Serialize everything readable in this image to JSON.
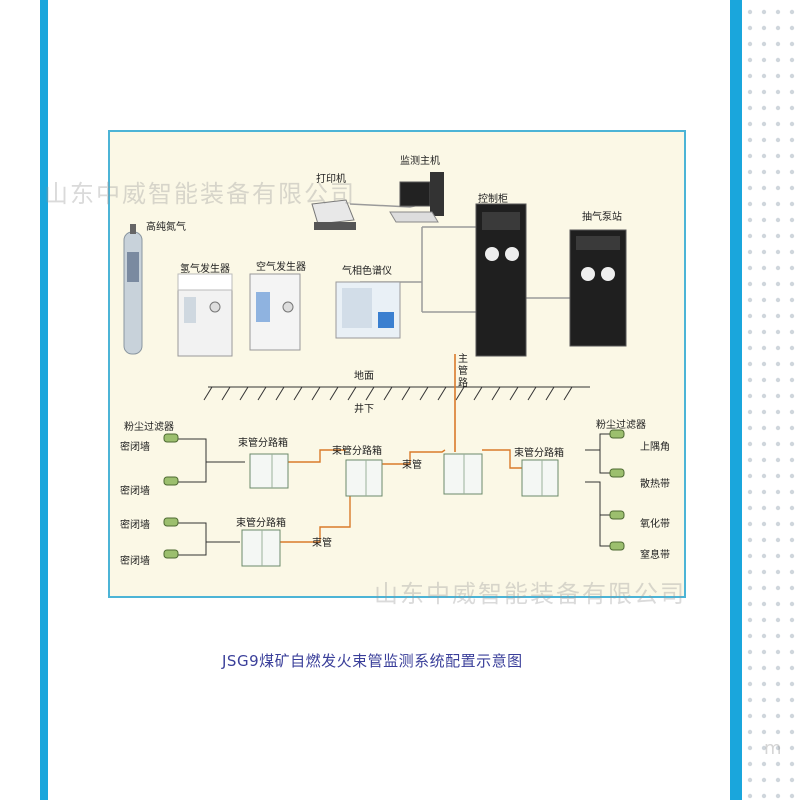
{
  "labels": {
    "monitor_host": "监测主机",
    "printer": "打印机",
    "control_cabinet": "控制柜",
    "pump_station": "抽气泵站",
    "nitrogen_cylinder": "高纯氮气",
    "hydrogen_generator": "氢气发生器",
    "air_generator": "空气发生器",
    "gas_chromatograph": "气相色谱仪",
    "ground": "地面",
    "underground": "井下",
    "main_pipe": "主管路",
    "dust_filter_left": "粉尘过滤器",
    "dust_filter_right": "粉尘过滤器",
    "sealed_wall_1": "密闭墙",
    "sealed_wall_2": "密闭墙",
    "sealed_wall_3": "密闭墙",
    "sealed_wall_4": "密闭墙",
    "box_1": "束管分路箱",
    "box_2": "束管分路箱",
    "box_3": "束管分路箱",
    "box_4": "束管分路箱",
    "bundle_pipe_1": "束管",
    "bundle_pipe_2": "束管",
    "upper_corner": "上隅角",
    "cooling_zone": "散热带",
    "oxidation_zone": "氧化带",
    "choking_zone": "窒息带"
  },
  "caption": "JSG9煤矿自燃发火束管监测系统配置示意图",
  "watermark": "山东中威智能装备有限公司",
  "watermark_corner": "m",
  "colors": {
    "stripe": "#1aa6dc",
    "panel_border": "#4cb4d6",
    "panel_bg": "#fbf8e6",
    "pipe_orange": "#d97a2a",
    "caption": "#3a3f9a"
  }
}
